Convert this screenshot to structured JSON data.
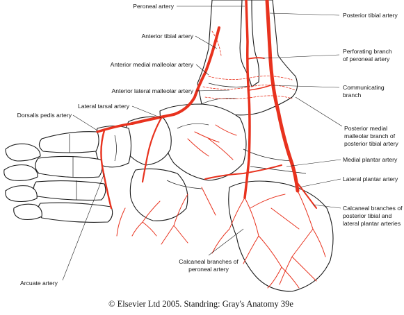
{
  "figure": {
    "credit": "© Elsevier Ltd 2005. Standring: Gray's Anatomy 39e"
  },
  "labels": {
    "peroneal_artery": "Peroneal artery",
    "posterior_tibial_artery": "Posterior tibial artery",
    "anterior_tibial_artery": "Anterior tibial artery",
    "perforating_branch_line1": "Perforating branch",
    "perforating_branch_line2": "of peroneal artery",
    "anterior_medial_malleolar_artery": "Anterior medial malleolar artery",
    "anterior_lateral_malleolar_artery": "Anterior lateral malleolar artery",
    "communicating_branch_line1": "Communicating",
    "communicating_branch_line2": "branch",
    "lateral_tarsal_artery": "Lateral tarsal artery",
    "dorsalis_pedis_artery": "Dorsalis pedis artery",
    "posterior_medial_malleolar_line1": "Posterior medial",
    "posterior_medial_malleolar_line2": "malleolar branch of",
    "posterior_medial_malleolar_line3": "posterior tibial artery",
    "medial_plantar_artery": "Medial plantar artery",
    "lateral_plantar_artery": "Lateral plantar artery",
    "calcaneal_branches_pt_line1": "Calcaneal branches of",
    "calcaneal_branches_pt_line2": "posterior tibial and",
    "calcaneal_branches_pt_line3": "lateral plantar arteries",
    "calcaneal_branches_peroneal_line1": "Calcaneal branches of",
    "calcaneal_branches_peroneal_line2": "peroneal artery",
    "arcuate_artery": "Arcuate artery"
  },
  "colors": {
    "artery": "#e8321e",
    "outline": "#1a1a1a",
    "background": "#ffffff"
  }
}
